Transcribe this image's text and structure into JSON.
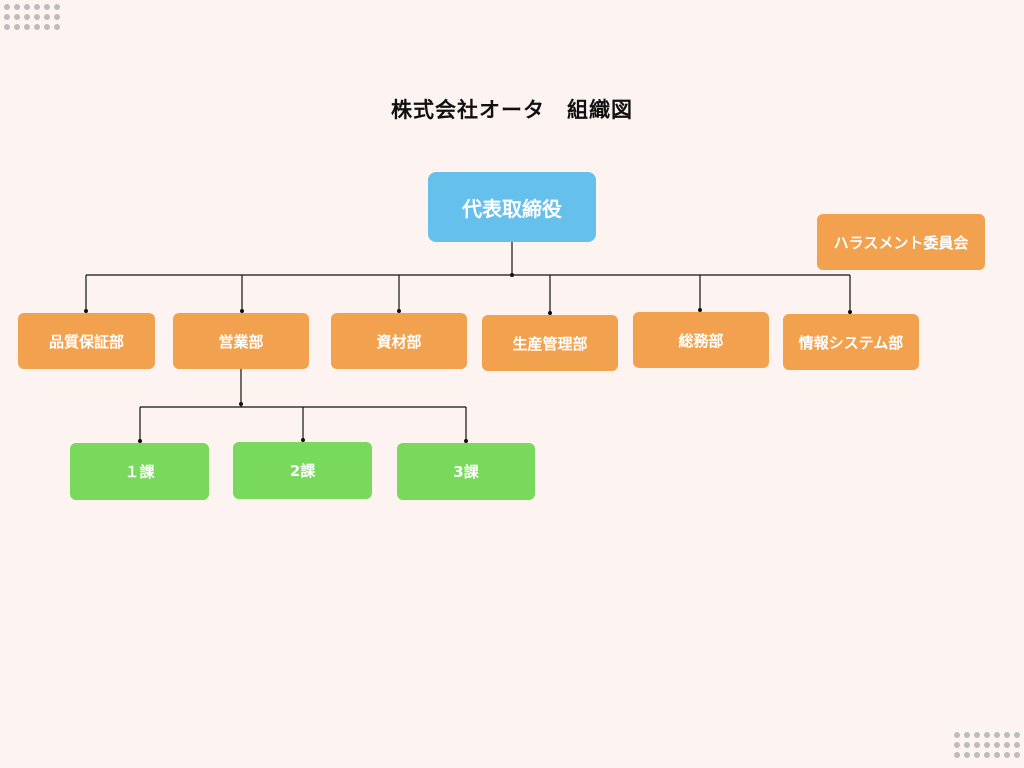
{
  "title": "株式会社オータ　組織図",
  "colors": {
    "background": "#fdf4f2",
    "executive": "#66c0ec",
    "department": "#f2a14e",
    "section": "#78d95c",
    "connector": "#111111"
  },
  "executive": {
    "label": "代表取締役"
  },
  "committee": {
    "label": "ハラスメント委員会"
  },
  "departments": [
    {
      "label": "品質保証部"
    },
    {
      "label": "営業部"
    },
    {
      "label": "資材部"
    },
    {
      "label": "生産管理部"
    },
    {
      "label": "総務部"
    },
    {
      "label": "情報システム部"
    }
  ],
  "sales_sections": [
    {
      "label": "１課"
    },
    {
      "label": "2課"
    },
    {
      "label": "3課"
    }
  ]
}
